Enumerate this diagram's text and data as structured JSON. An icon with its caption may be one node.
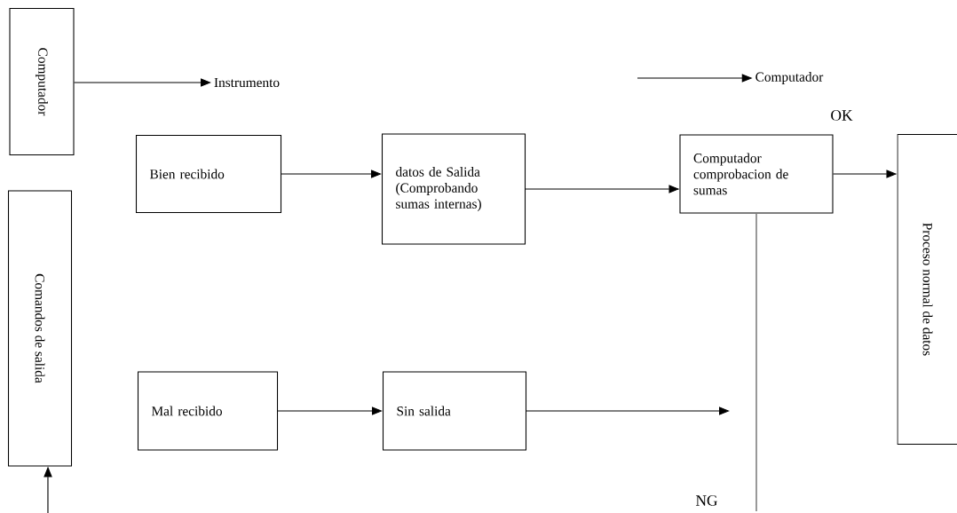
{
  "diagram": {
    "nodes": [
      {
        "text": [
          "Computador"
        ]
      },
      {
        "text": [
          "Comandos de salida"
        ]
      },
      {
        "text": [
          "Instrumento"
        ]
      },
      {
        "text": [
          "Computador"
        ]
      },
      {
        "text": [
          "Bien recibido"
        ]
      },
      {
        "text": [
          "datos de Salida (Comprobando sumas internas)"
        ]
      },
      {
        "text": [
          "Computador comprobacion de sumas"
        ]
      },
      {
        "text": [
          "Proceso normal de datos"
        ]
      },
      {
        "text": [
          "Mal recibido"
        ]
      },
      {
        "text": [
          "Sin salida"
        ]
      }
    ],
    "edges": [
      {
        "from": 0,
        "to": 2,
        "arrow": "to"
      },
      {
        "from": null,
        "to": 3,
        "arrow": "to"
      },
      {
        "from": 4,
        "to": 5,
        "arrow": "to"
      },
      {
        "from": 5,
        "to": 6,
        "arrow": "to"
      },
      {
        "from": 6,
        "to": 7,
        "arrow": "to",
        "label": "OK"
      },
      {
        "from": 8,
        "to": 9,
        "arrow": "to"
      },
      {
        "from": 9,
        "to": null,
        "arrow": "to"
      },
      {
        "from": 6,
        "to": null,
        "arrow": "none",
        "label": "NG",
        "color": "#808080"
      },
      {
        "from": null,
        "to": 1,
        "arrow": "to"
      }
    ]
  }
}
